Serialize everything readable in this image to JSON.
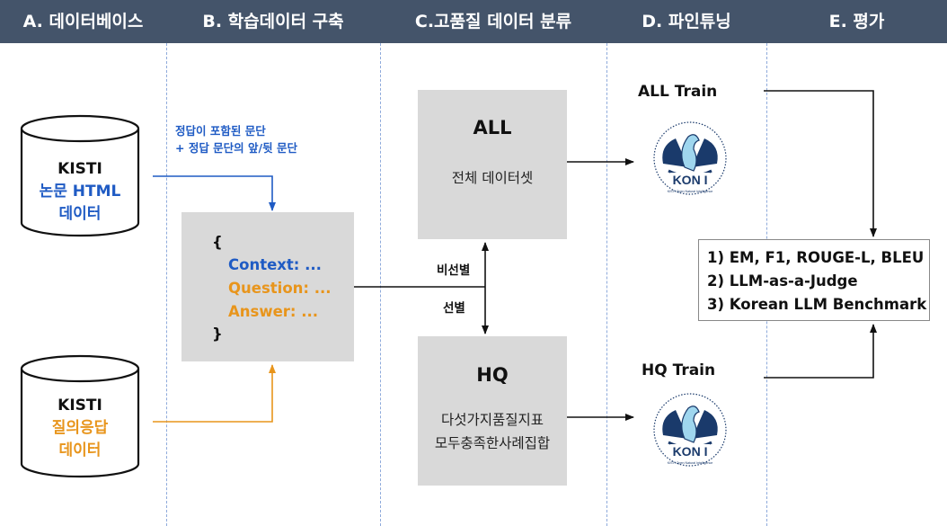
{
  "headers": [
    "A. 데이터베이스",
    "B. 학습데이터 구축",
    "C.고품질 데이터 분류",
    "D. 파인튜닝",
    "E.  평가"
  ],
  "databases": {
    "paper": {
      "org": "KISTI",
      "name_line1": "논문 HTML",
      "name_line2": "데이터"
    },
    "qa": {
      "org": "KISTI",
      "name_line1": "질의응답",
      "name_line2": "데이터"
    }
  },
  "note": {
    "line1": "정답이 포함된 문단",
    "line2": "+ 정답 문단의 앞/뒷 문단"
  },
  "sample": {
    "open": "{",
    "context": "Context: ...",
    "question": "Question: ...",
    "answer": "Answer: ...",
    "close": "}"
  },
  "all_box": {
    "title": "ALL",
    "subtitle": "전체 데이터셋"
  },
  "hq_box": {
    "title": "HQ",
    "line1": "다섯가지품질지표",
    "line2": "모두충족한사례집합"
  },
  "split_labels": {
    "unselected": "비선별",
    "selected": "선별"
  },
  "train": {
    "all": "ALL Train",
    "hq": "HQ Train"
  },
  "logo": {
    "name": "KON I",
    "ring_text": "Korea Artificial Intelligence Institute of Science And Technology Information",
    "tagline": "KISTI Open Natural Intelligence"
  },
  "eval": [
    "1) EM, F1, ROUGE-L, BLEU",
    "2) LLM-as-a-Judge",
    "3) Korean LLM Benchmark"
  ],
  "colors": {
    "header_bg": "#44546a",
    "blue": "#1f5bc4",
    "orange": "#e8951c",
    "box_gray": "#d9d9d9",
    "logo_navy": "#1a3a6b"
  }
}
